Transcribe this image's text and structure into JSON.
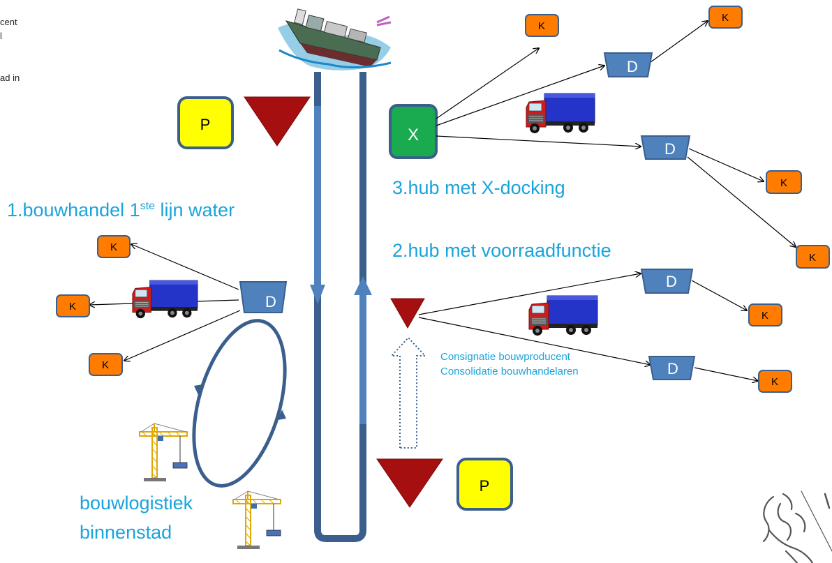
{
  "clipped_text": [
    "cent",
    "l",
    "",
    "",
    "ad in"
  ],
  "labels": {
    "hub_xdock": "3.hub met X-docking",
    "bouwhandel_prefix": "1.bouwhandel 1",
    "bouwhandel_sup": "ste",
    "bouwhandel_suffix": " lijn water",
    "hub_voorraad": "2.hub met voorraadfunctie",
    "consignatie": "Consignatie bouwproducent",
    "consolidatie": "Consolidatie bouwhandelaren",
    "logistiek_line1": "bouwlogistiek",
    "logistiek_line2": "binnenstad"
  },
  "nodes": {
    "producer": "P",
    "distributor": "D",
    "customer": "K",
    "crossdock": "X"
  },
  "colors": {
    "water": "#3a5f8c",
    "flow": "#4f81bd",
    "arrow": "#000000",
    "producer_fill": "#ffff00",
    "stock_fill": "#a50f0f",
    "customer_fill": "#ff7c00",
    "distributor_fill": "#4f81bd",
    "crossdock_fill": "#1aaa50",
    "label": "#1aa3dc"
  },
  "icons": [
    "ship-icon",
    "truck-icon",
    "crane-icon",
    "flemish-lion-logo-icon"
  ]
}
